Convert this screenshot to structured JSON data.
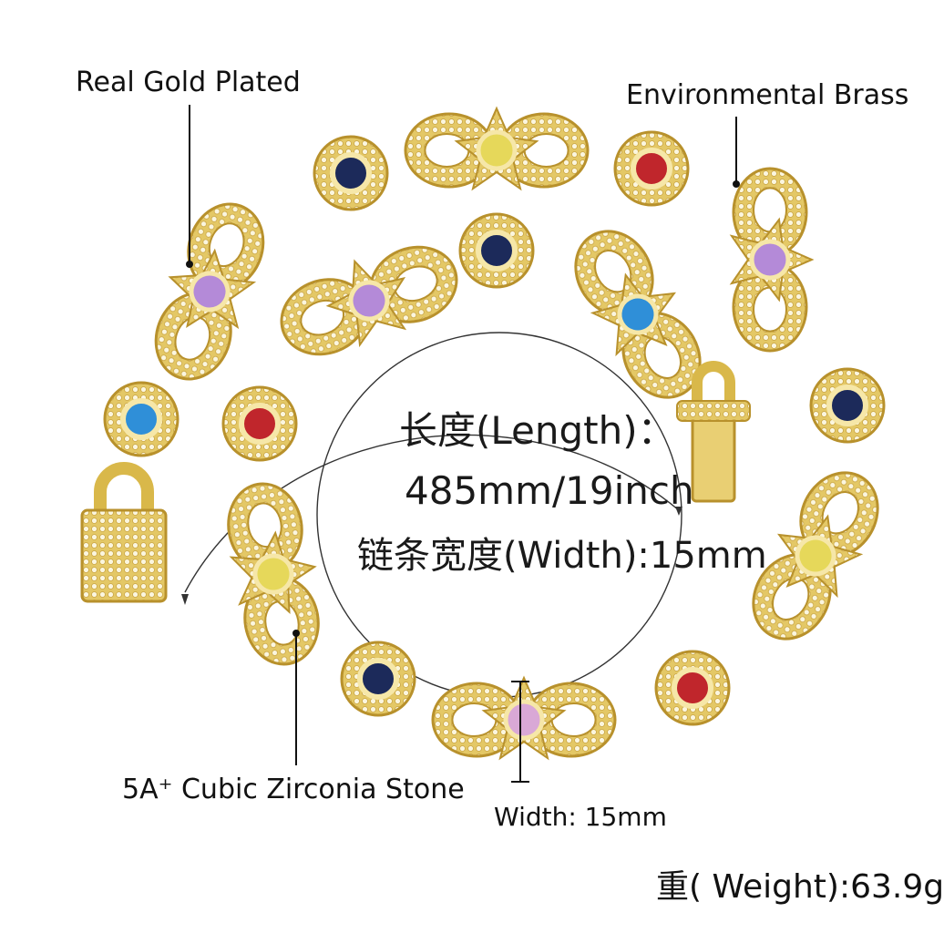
{
  "labels": {
    "real_gold": "Real Gold Plated",
    "brass": "Environmental Brass",
    "stone": "5A⁺ Cubic Zirconia Stone",
    "width": "Width: 15mm",
    "weight": "重( Weight):63.9g"
  },
  "center": {
    "length_title": "长度(Length)：",
    "length_value": "485mm/19inch",
    "chain_width": "链条宽度(Width):15mm"
  },
  "colors": {
    "gold": "#e2c35a",
    "gold_dark": "#b8912c",
    "gold_light": "#f6e7a8",
    "stone_blue": "#2f8fd8",
    "stone_navy": "#1c2a5a",
    "stone_purple": "#b48ad8",
    "stone_red": "#c0262c",
    "stone_yellow": "#e6d85a",
    "stone_pink": "#d9a8d6"
  }
}
